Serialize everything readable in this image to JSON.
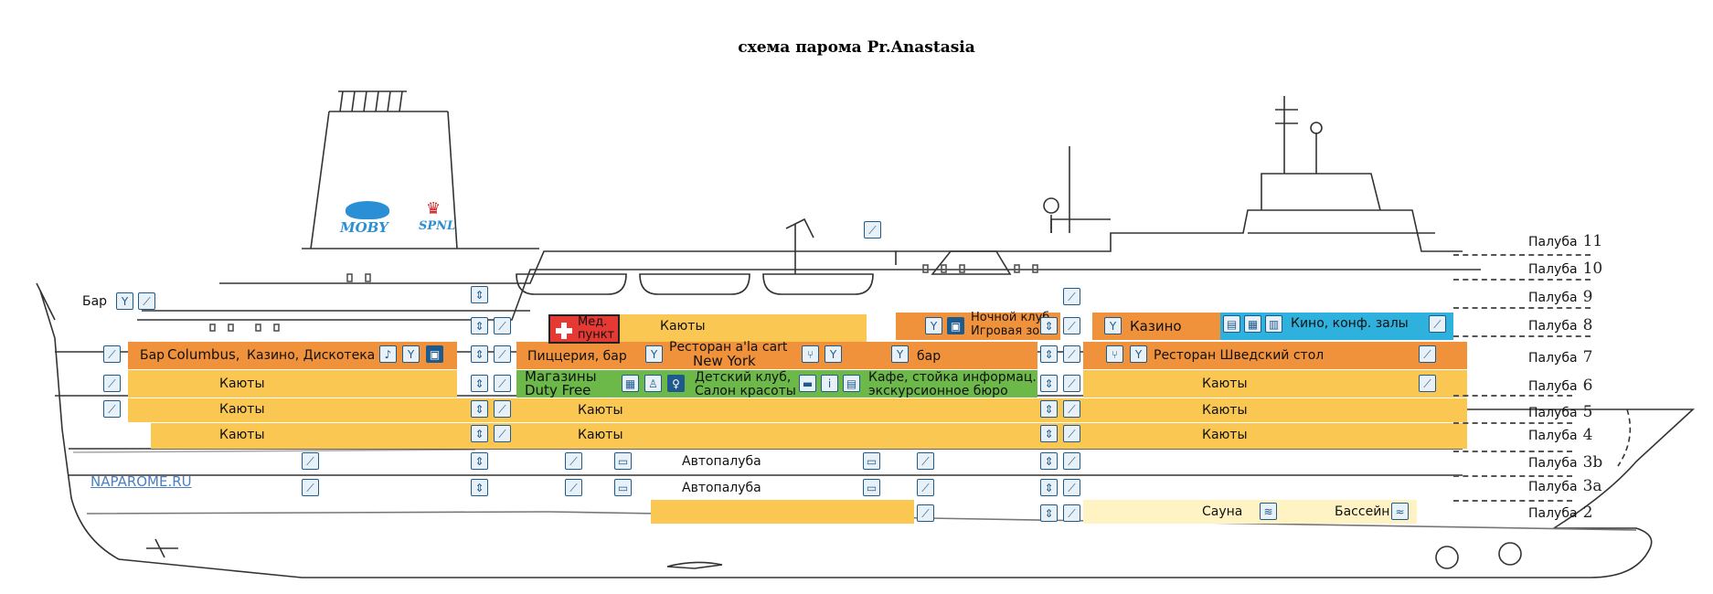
{
  "title": "схема парома Pr.Anastasia",
  "watermark": "NAPAROME.RU",
  "logos": {
    "moby": "MOBY",
    "spl": "SPNL"
  },
  "colors": {
    "orange": "#f0923c",
    "yellow": "#f9c752",
    "green": "#6cb94a",
    "cyan": "#2fb1dd",
    "cream": "#fff3c4",
    "icon": "#1f5a8c",
    "med": "#e53a34"
  },
  "decks": [
    {
      "label": "Палуба",
      "number": "11"
    },
    {
      "label": "Палуба",
      "number": "10"
    },
    {
      "label": "Палуба",
      "number": "9"
    },
    {
      "label": "Палуба",
      "number": "8"
    },
    {
      "label": "Палуба",
      "number": "7"
    },
    {
      "label": "Палуба",
      "number": "6"
    },
    {
      "label": "Палуба",
      "number": "5"
    },
    {
      "label": "Палуба",
      "number": "4"
    },
    {
      "label": "Палуба",
      "number": "3b"
    },
    {
      "label": "Палуба",
      "number": "3a"
    },
    {
      "label": "Палуба",
      "number": "2"
    }
  ],
  "deck9": {
    "bar": "Бар"
  },
  "deck8": {
    "med_line1": "Мед.",
    "med_line2": "пункт",
    "cabins": "Каюты",
    "nightclub_line1": "Ночной клуб",
    "nightclub_line2": "Игровая зона",
    "casino": "Казино",
    "cinema": "Кино, конф. залы"
  },
  "deck7": {
    "bar_prefix": "Бар",
    "columbus": "Columbus,",
    "columbus_rest": "Казино, Дискотека",
    "pizzeria": "Пиццерия, бар",
    "restaurant_line1": "Ресторан  a'la cart",
    "restaurant_line2": "New York",
    "bar": "бар",
    "swedish": "Ресторан Шведский стол"
  },
  "deck6": {
    "cabins_left": "Каюты",
    "shops_line1": "Магазины",
    "shops_line2": "Duty Free",
    "kids_line1": "Детский клуб,",
    "kids_line2": "Салон красоты",
    "cafe_line1": "Кафе, стойка информац.",
    "cafe_line2": "экскурсионное бюро",
    "cabins_right": "Каюты"
  },
  "deck5": {
    "cabins_left": "Каюты",
    "cabins_mid": "Каюты",
    "cabins_right": "Каюты"
  },
  "deck4": {
    "cabins_left": "Каюты",
    "cabins_mid": "Каюты",
    "cabins_right": "Каюты"
  },
  "deck3b": {
    "car_deck": "Автопалуба"
  },
  "deck3a": {
    "car_deck": "Автопалуба"
  },
  "deck2": {
    "sauna": "Сауна",
    "pool": "Бассейн"
  }
}
